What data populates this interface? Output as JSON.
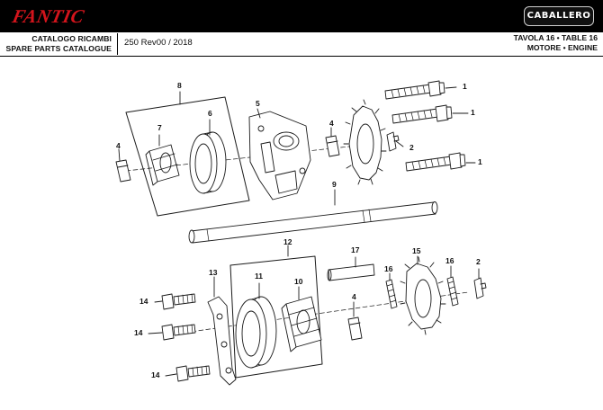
{
  "header": {
    "brand": "FANTIC",
    "model_badge": "CABALLERO",
    "catalog_it": "CATALOGO RICAMBI",
    "catalog_en": "SPARE PARTS CATALOGUE",
    "revision": "250 Rev00 / 2018",
    "table": "TAVOLA 16 • TABLE 16",
    "section": "MOTORE • ENGINE"
  },
  "callouts": [
    {
      "id": "c1a",
      "label": "1"
    },
    {
      "id": "c1b",
      "label": "1"
    },
    {
      "id": "c1c",
      "label": "1"
    },
    {
      "id": "c2a",
      "label": "2"
    },
    {
      "id": "c2b",
      "label": "2"
    },
    {
      "id": "c4a",
      "label": "4"
    },
    {
      "id": "c4b",
      "label": "4"
    },
    {
      "id": "c4c",
      "label": "4"
    },
    {
      "id": "c5",
      "label": "5"
    },
    {
      "id": "c6",
      "label": "6"
    },
    {
      "id": "c7",
      "label": "7"
    },
    {
      "id": "c8",
      "label": "8"
    },
    {
      "id": "c9",
      "label": "9"
    },
    {
      "id": "c10",
      "label": "10"
    },
    {
      "id": "c11",
      "label": "11"
    },
    {
      "id": "c12",
      "label": "12"
    },
    {
      "id": "c13",
      "label": "13"
    },
    {
      "id": "c14a",
      "label": "14"
    },
    {
      "id": "c14b",
      "label": "14"
    },
    {
      "id": "c14c",
      "label": "14"
    },
    {
      "id": "c15",
      "label": "15"
    },
    {
      "id": "c16a",
      "label": "16"
    },
    {
      "id": "c16b",
      "label": "16"
    },
    {
      "id": "c17",
      "label": "17"
    }
  ]
}
